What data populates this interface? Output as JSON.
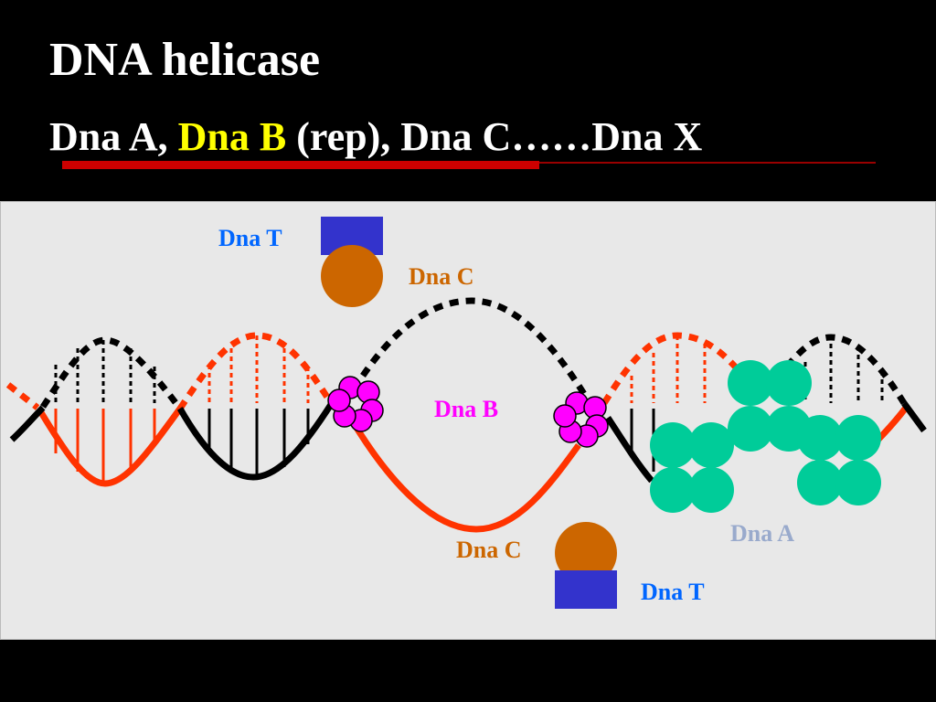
{
  "title": "DNA helicase",
  "subtitle": {
    "part1": "Dna A, ",
    "part2": "Dna B",
    "part3": " (rep), Dna C……Dna X"
  },
  "labels": {
    "dna_t_top": "Dna T",
    "dna_c_top": "Dna C",
    "dna_b": "Dna B",
    "dna_c_bottom": "Dna C",
    "dna_t_bottom": "Dna T",
    "dna_a": "Dna A"
  },
  "colors": {
    "background": "#000000",
    "panel": "#e8e8e8",
    "title": "#ffffff",
    "highlight": "#ffff00",
    "strand_black": "#000000",
    "strand_red": "#ff3300",
    "dna_t": "#3333cc",
    "dna_c": "#cc6600",
    "dna_b": "#ff00ff",
    "dna_a": "#00cc99",
    "label_dna_t": "#0066ff",
    "label_dna_c": "#cc6600",
    "label_dna_b": "#ff00ff",
    "label_dna_a": "#99aacc"
  }
}
